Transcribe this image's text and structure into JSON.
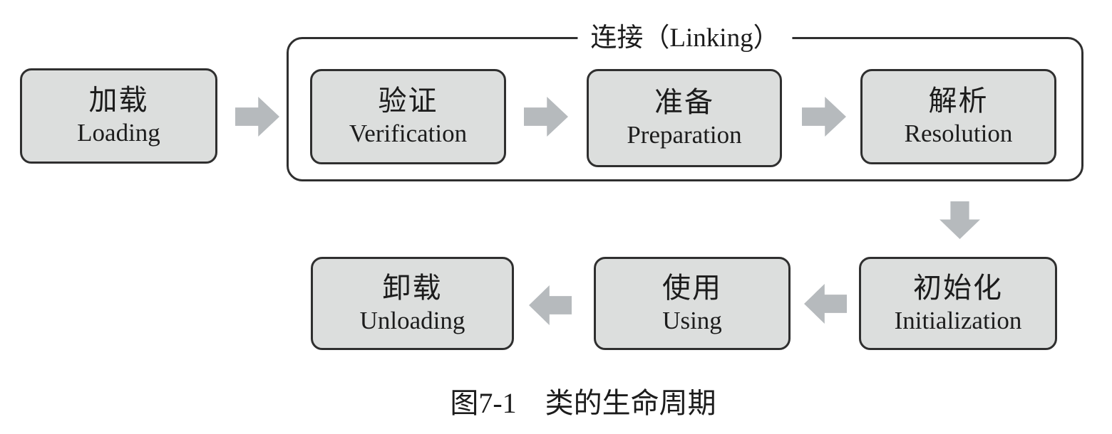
{
  "diagram": {
    "caption": "图7-1　类的生命周期",
    "linking_group": {
      "label": "连接（Linking）"
    },
    "nodes": [
      {
        "id": "loading",
        "zh": "加载",
        "en": "Loading"
      },
      {
        "id": "verification",
        "zh": "验证",
        "en": "Verification"
      },
      {
        "id": "preparation",
        "zh": "准备",
        "en": "Preparation"
      },
      {
        "id": "resolution",
        "zh": "解析",
        "en": "Resolution"
      },
      {
        "id": "initialization",
        "zh": "初始化",
        "en": "Initialization"
      },
      {
        "id": "using",
        "zh": "使用",
        "en": "Using"
      },
      {
        "id": "unloading",
        "zh": "卸载",
        "en": "Unloading"
      }
    ],
    "flow": [
      "loading -> verification",
      "verification -> preparation",
      "preparation -> resolution",
      "resolution -> initialization",
      "initialization -> using",
      "using -> unloading"
    ],
    "colors": {
      "box_fill": "#dcdedd",
      "box_border": "#2f2f2f",
      "group_border": "#2f2f2f",
      "arrow": "#b6babd",
      "text": "#1c1c1c",
      "background": "#ffffff"
    }
  }
}
